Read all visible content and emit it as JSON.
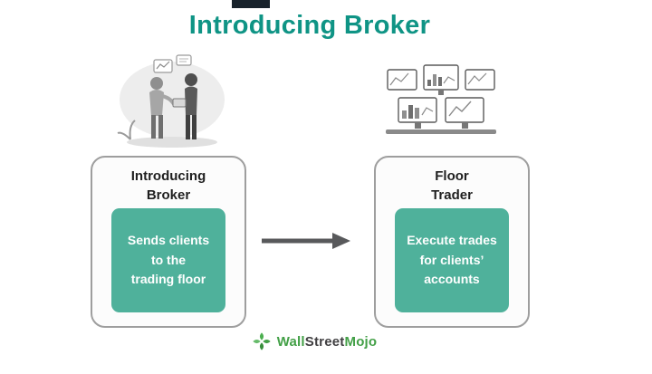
{
  "header": {
    "title": "Introducing Broker"
  },
  "cards": {
    "left": {
      "title": "Introducing\nBroker",
      "body": "Sends clients\nto the\ntrading floor"
    },
    "right": {
      "title": "Floor\nTrader",
      "body": "Execute trades\nfor clients’\naccounts"
    }
  },
  "footer": {
    "logo": {
      "part1": "Wall",
      "part2": "Street",
      "part3": "Mojo"
    }
  },
  "icons": {
    "left_illustration": "two-people-discussion-illustration",
    "right_illustration": "trading-monitors-illustration",
    "arrow": "right-arrow-icon",
    "logo": "wallstreetmojo-leaf-icon"
  },
  "colors": {
    "title_teal": "#0f9485",
    "box_teal": "#4fb19b",
    "card_border": "#9e9e9e",
    "arrow_gray": "#58595b",
    "logo_green": "#43a047",
    "logo_text_dark": "#414042",
    "top_artifact": "#18222b"
  }
}
